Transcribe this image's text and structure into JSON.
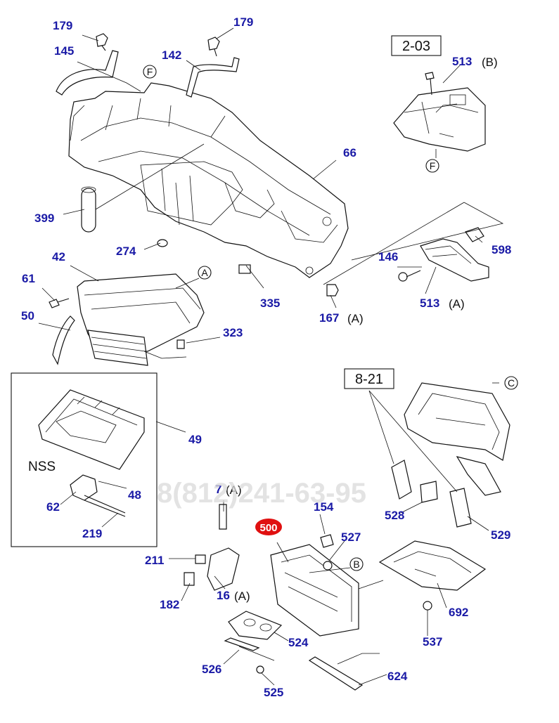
{
  "parts": {
    "p179a": "179",
    "p179b": "179",
    "p145": "145",
    "p142": "142",
    "p513b": "513",
    "p513b_suffix": "(B)",
    "p66": "66",
    "p399": "399",
    "p274": "274",
    "p146": "146",
    "p598": "598",
    "p513a": "513",
    "p513a_suffix": "(A)",
    "p42": "42",
    "p61": "61",
    "p50": "50",
    "p335": "335",
    "p167": "167",
    "p167_suffix": "(A)",
    "p323": "323",
    "p49": "49",
    "p48": "48",
    "p62": "62",
    "p219": "219",
    "p7": "7",
    "p7_suffix": "(A)",
    "p154": "154",
    "p527": "527",
    "p528": "528",
    "p529": "529",
    "p211": "211",
    "p182": "182",
    "p16": "16",
    "p16_suffix": "(A)",
    "p692": "692",
    "p524": "524",
    "p537": "537",
    "p526": "526",
    "p525": "525",
    "p624": "624"
  },
  "highlight": {
    "label": "500",
    "color": "#e01010"
  },
  "refs": {
    "r203": "2-03",
    "r821": "8-21"
  },
  "circles": {
    "F1": "F",
    "F2": "F",
    "A1": "A",
    "C1": "C",
    "B1": "B"
  },
  "nss_label": "NSS",
  "watermark": "8(812)241-63-95",
  "colors": {
    "part_number": "#1a1aa6",
    "line": "#111111",
    "highlight": "#e01010"
  }
}
